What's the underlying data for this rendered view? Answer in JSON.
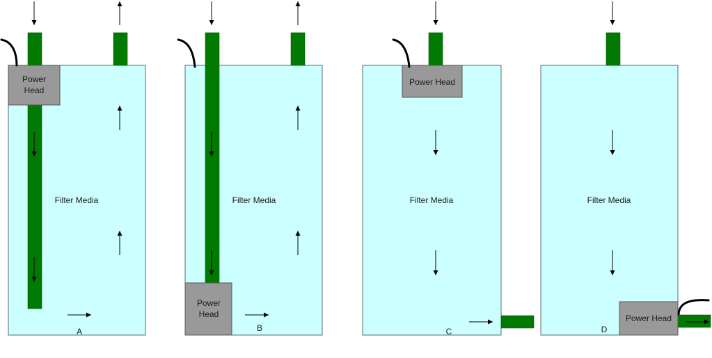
{
  "colors": {
    "tank_fill": "#ccffff",
    "tank_stroke": "#5a6a6a",
    "pipe": "#007a00",
    "power_head": "#999999",
    "arrow": "#000000",
    "cord": "#000000"
  },
  "diagrams": [
    {
      "id": "A",
      "label": "A",
      "media_text": "Filter Media",
      "power_head_lines": [
        "Power",
        "Head"
      ]
    },
    {
      "id": "B",
      "label": "B",
      "media_text": "Filter Media",
      "power_head_lines": [
        "Power",
        "Head"
      ]
    },
    {
      "id": "C",
      "label": "C",
      "media_text": "Filter Media",
      "power_head_lines": [
        "Power Head"
      ]
    },
    {
      "id": "D",
      "label": "D",
      "media_text": "Filter Media",
      "power_head_lines": [
        "Power Head"
      ]
    }
  ]
}
